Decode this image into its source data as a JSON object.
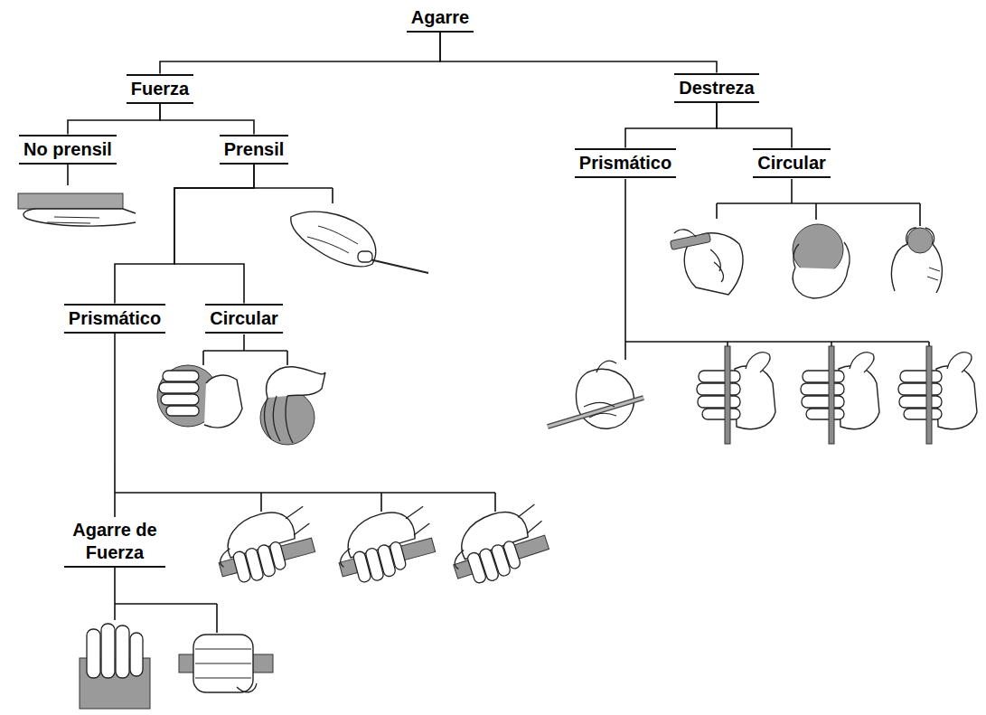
{
  "diagram": {
    "nodes": [
      {
        "text": [
          "Agarre"
        ]
      },
      {
        "text": [
          "Fuerza"
        ]
      },
      {
        "text": [
          "Destreza"
        ]
      },
      {
        "text": [
          "No prensil"
        ]
      },
      {
        "text": [
          "Prensil"
        ]
      },
      {
        "text": [
          "Prismático"
        ]
      },
      {
        "text": [
          "Circular"
        ]
      },
      {
        "text": [
          "Agarre de Fuerza"
        ]
      },
      {
        "text": [
          "Prismático"
        ]
      },
      {
        "text": [
          "Circular"
        ]
      }
    ],
    "edges": [
      {
        "from": 0,
        "to": 1,
        "arrow": "none"
      },
      {
        "from": 0,
        "to": 2,
        "arrow": "none"
      },
      {
        "from": 1,
        "to": 3,
        "arrow": "none"
      },
      {
        "from": 1,
        "to": 4,
        "arrow": "none"
      },
      {
        "from": 4,
        "to": 5,
        "arrow": "none"
      },
      {
        "from": 4,
        "to": 6,
        "arrow": "none"
      },
      {
        "from": 5,
        "to": 7,
        "arrow": "none"
      },
      {
        "from": 2,
        "to": 8,
        "arrow": "none"
      },
      {
        "from": 2,
        "to": 9,
        "arrow": "none"
      }
    ]
  }
}
